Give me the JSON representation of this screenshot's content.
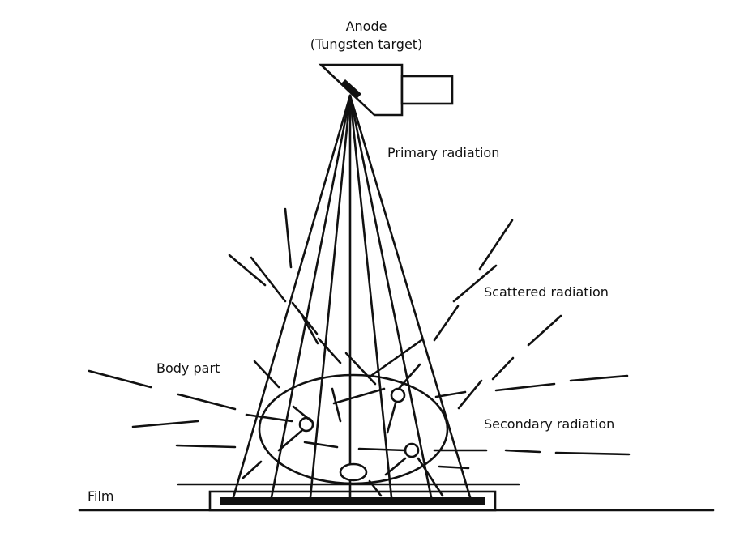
{
  "labels": {
    "anode": "Anode",
    "anode_sub": "(Tungsten target)",
    "primary": "Primary radiation",
    "scattered": "Scattered radiation",
    "body_part": "Body part",
    "secondary": "Secondary radiation",
    "film": "Film"
  },
  "colors": {
    "ink": "#111111",
    "background": "#ffffff"
  }
}
